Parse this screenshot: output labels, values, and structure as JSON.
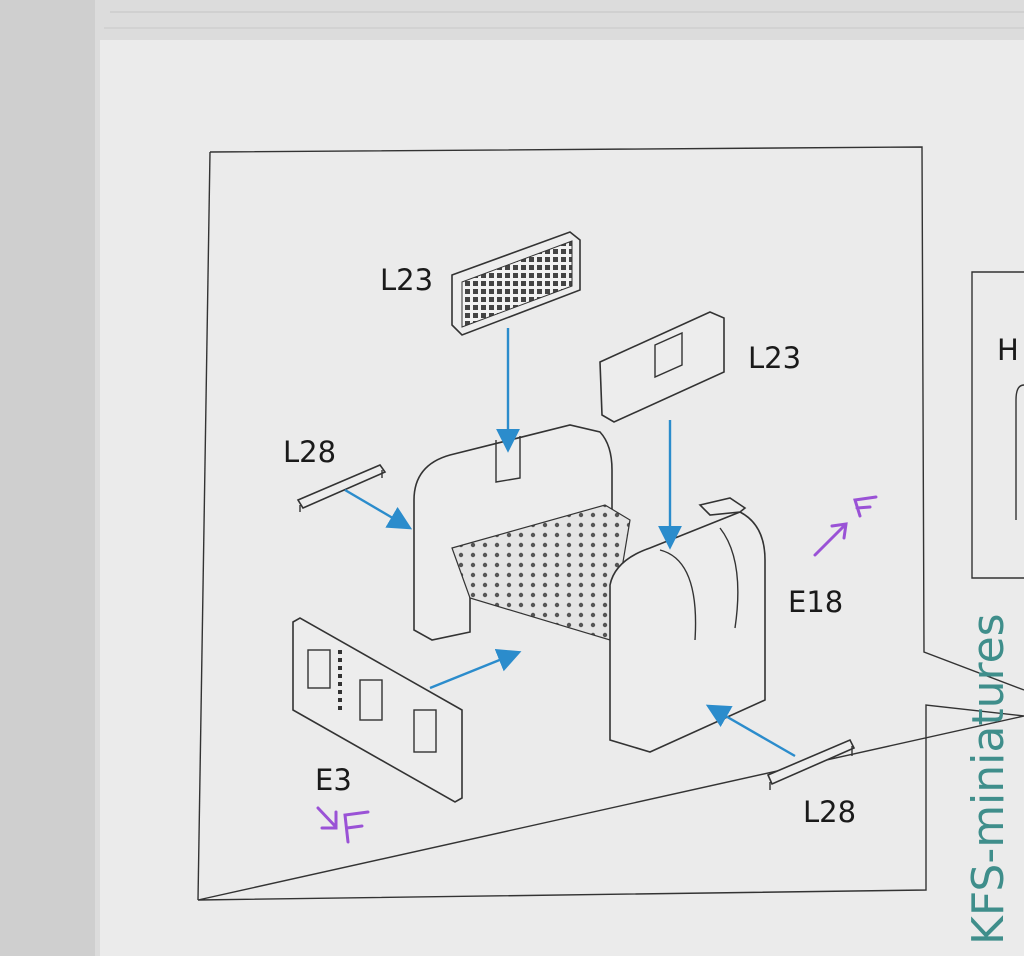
{
  "diagram": {
    "parts": {
      "grille_top": "L23",
      "panel_right": "L23",
      "rail_left": "L28",
      "rail_right": "L28",
      "seat_body": "E18",
      "back_panel": "E3"
    },
    "side_panel_label": "H",
    "handwritten_marks": [
      "F",
      "F"
    ]
  },
  "watermark": "KFS-miniatures",
  "colors": {
    "arrow": "#2b8ccc",
    "handwriting": "#9a52d6",
    "watermark": "#3f8e8b"
  }
}
